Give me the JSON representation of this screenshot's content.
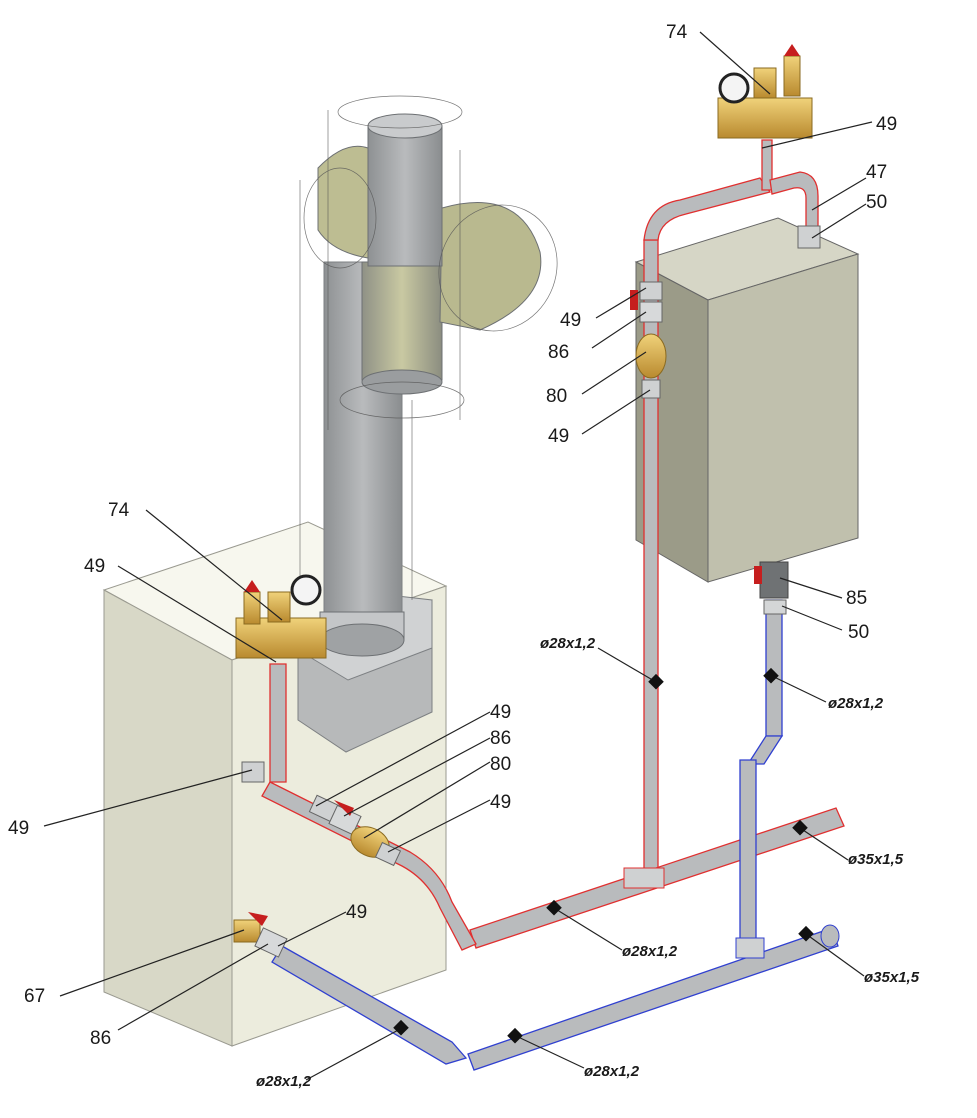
{
  "colors": {
    "supply_outline": "#e03030",
    "return_outline": "#3040d0",
    "pipe_fill": "#b4b6b8",
    "brass": "#d2a94a",
    "boiler_box": "#efefe2",
    "tank_box": "#bdbdab",
    "flue": "#a3a6a8"
  },
  "labels": {
    "l74_top": "74",
    "l49_top_right": "49",
    "l47": "47",
    "l50_top": "50",
    "l49_tank_a": "49",
    "l86_tank": "86",
    "l80_tank": "80",
    "l49_tank_b": "49",
    "l85": "85",
    "l50_bottom": "50",
    "l74_boiler": "74",
    "l49_boiler_top": "49",
    "l49_supply_a": "49",
    "l86_supply": "86",
    "l80_supply": "80",
    "l49_supply_b": "49",
    "l49_left": "49",
    "l49_return": "49",
    "l67": "67",
    "l86_return": "86"
  },
  "dimensions": {
    "d_vertical_supply": "ø28x1,2",
    "d_return_riser": "ø28x1,2",
    "d_main_supply": "ø35x1,5",
    "d_supply_lower": "ø28x1,2",
    "d_return_main": "ø35x1,5",
    "d_return_diag": "ø28x1,2",
    "d_return_bottom": "ø28x1,2"
  }
}
